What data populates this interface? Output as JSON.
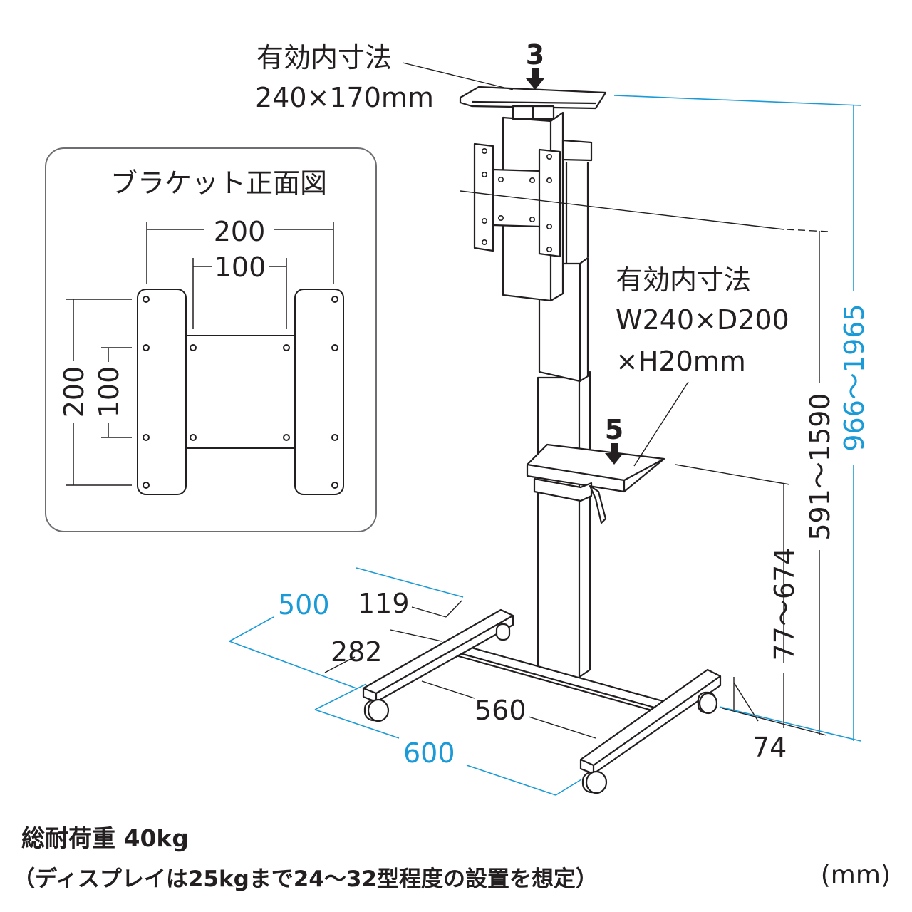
{
  "labels": {
    "top_tray_title": "有効内寸法",
    "top_tray_size": "240×170mm",
    "top_tray_num": "3",
    "bracket_title": "ブラケット正面図",
    "bracket_w_outer": "200",
    "bracket_w_inner": "100",
    "bracket_h_outer": "200",
    "bracket_h_inner": "100",
    "shelf_title": "有効内寸法",
    "shelf_size_1": "W240×D200",
    "shelf_size_2": "×H20mm",
    "shelf_num": "5",
    "dim_total_height": "966～1965",
    "dim_bracket_height": "591～1590",
    "dim_shelf_height": "77～674",
    "dim_caster": "74",
    "dim_depth": "500",
    "dim_119": "119",
    "dim_282": "282",
    "dim_560": "560",
    "dim_width": "600"
  },
  "footer": {
    "line1": "総耐荷重 40kg",
    "line2": "（ディスプレイは25kgまで24～32型程度の設置を想定）",
    "unit": "(mm)"
  },
  "colors": {
    "ink": "#231f20",
    "accent": "#1a9bd7"
  }
}
